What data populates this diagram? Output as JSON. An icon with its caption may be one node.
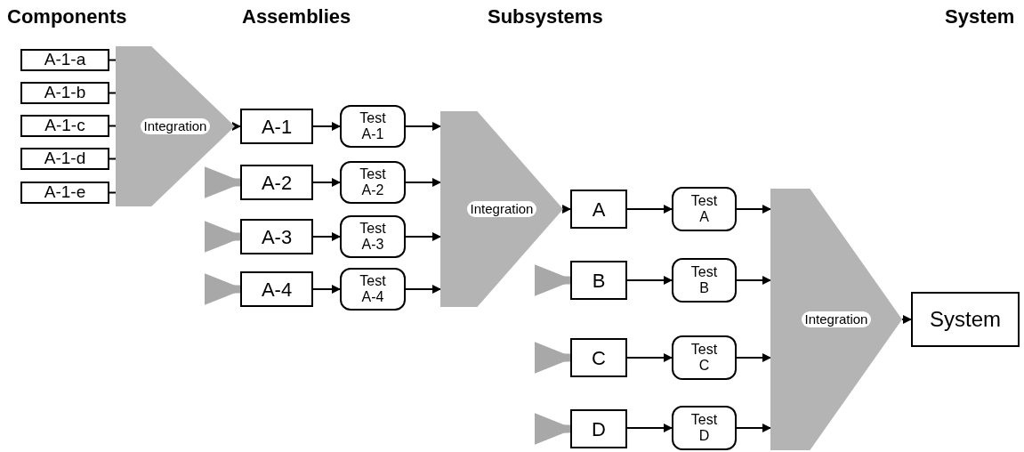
{
  "diagram": {
    "nodes": [
      {
        "text": [
          "A-1-a"
        ]
      },
      {
        "text": [
          "A-1-b"
        ]
      },
      {
        "text": [
          "A-1-c"
        ]
      },
      {
        "text": [
          "A-1-d"
        ]
      },
      {
        "text": [
          "A-1-e"
        ]
      },
      {
        "text": [
          "Integration"
        ]
      },
      {
        "text": [
          "A-1"
        ]
      },
      {
        "text": [
          "Test A-1"
        ]
      },
      {
        "text": [
          "A-2"
        ]
      },
      {
        "text": [
          "Test A-2"
        ]
      },
      {
        "text": [
          "A-3"
        ]
      },
      {
        "text": [
          "Test A-3"
        ]
      },
      {
        "text": [
          "A-4"
        ]
      },
      {
        "text": [
          "Test A-4"
        ]
      },
      {
        "text": [
          "Integration"
        ]
      },
      {
        "text": [
          "A"
        ]
      },
      {
        "text": [
          "Test A"
        ]
      },
      {
        "text": [
          "B"
        ]
      },
      {
        "text": [
          "Test B"
        ]
      },
      {
        "text": [
          "C"
        ]
      },
      {
        "text": [
          "Test C"
        ]
      },
      {
        "text": [
          "D"
        ]
      },
      {
        "text": [
          "Test D"
        ]
      },
      {
        "text": [
          "Integration"
        ]
      },
      {
        "text": [
          "System"
        ]
      }
    ],
    "edges": [
      {
        "from": 0,
        "to": 5,
        "arrow": "none"
      },
      {
        "from": 1,
        "to": 5,
        "arrow": "none"
      },
      {
        "from": 2,
        "to": 5,
        "arrow": "none"
      },
      {
        "from": 3,
        "to": 5,
        "arrow": "none"
      },
      {
        "from": 4,
        "to": 5,
        "arrow": "none"
      },
      {
        "from": 5,
        "to": 6,
        "arrow": "to"
      },
      {
        "from": 6,
        "to": 7,
        "arrow": "to"
      },
      {
        "from": 7,
        "to": 14,
        "arrow": "to"
      },
      {
        "from": null,
        "to": 8,
        "arrow": "to",
        "style": "thick",
        "color": "#a8a8a8"
      },
      {
        "from": 8,
        "to": 9,
        "arrow": "to"
      },
      {
        "from": 9,
        "to": 14,
        "arrow": "to"
      },
      {
        "from": null,
        "to": 10,
        "arrow": "to",
        "style": "thick",
        "color": "#a8a8a8"
      },
      {
        "from": 10,
        "to": 11,
        "arrow": "to"
      },
      {
        "from": 11,
        "to": 14,
        "arrow": "to"
      },
      {
        "from": null,
        "to": 12,
        "arrow": "to",
        "style": "thick",
        "color": "#a8a8a8"
      },
      {
        "from": 12,
        "to": 13,
        "arrow": "to"
      },
      {
        "from": 13,
        "to": 14,
        "arrow": "to"
      },
      {
        "from": 14,
        "to": 15,
        "arrow": "to"
      },
      {
        "from": 15,
        "to": 16,
        "arrow": "to"
      },
      {
        "from": 16,
        "to": 23,
        "arrow": "to"
      },
      {
        "from": null,
        "to": 17,
        "arrow": "to",
        "style": "thick",
        "color": "#a8a8a8"
      },
      {
        "from": 17,
        "to": 18,
        "arrow": "to"
      },
      {
        "from": 18,
        "to": 23,
        "arrow": "to"
      },
      {
        "from": null,
        "to": 19,
        "arrow": "to",
        "style": "thick",
        "color": "#a8a8a8"
      },
      {
        "from": 19,
        "to": 20,
        "arrow": "to"
      },
      {
        "from": 20,
        "to": 23,
        "arrow": "to"
      },
      {
        "from": null,
        "to": 21,
        "arrow": "to",
        "style": "thick",
        "color": "#a8a8a8"
      },
      {
        "from": 21,
        "to": 22,
        "arrow": "to"
      },
      {
        "from": 22,
        "to": 23,
        "arrow": "to"
      },
      {
        "from": 23,
        "to": 24,
        "arrow": "to"
      }
    ],
    "labels": [
      "Components",
      "Assemblies",
      "Subsystems",
      "System"
    ]
  }
}
